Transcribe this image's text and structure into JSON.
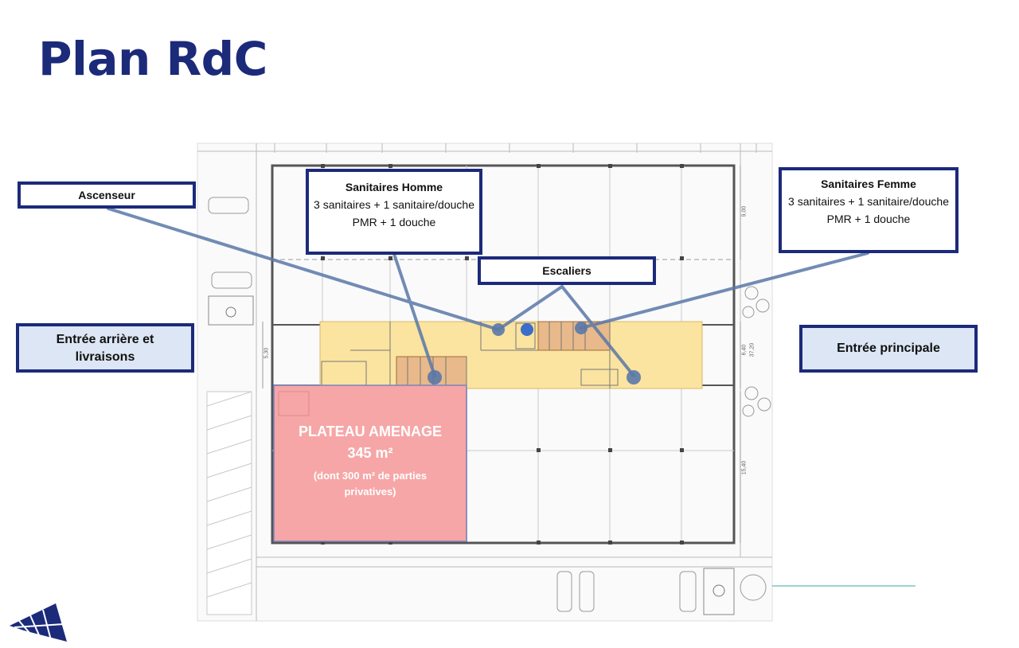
{
  "title": "Plan RdC",
  "callouts": {
    "ascenseur": "Ascenseur",
    "sanitaires_homme": {
      "title": "Sanitaires Homme",
      "text": "3 sanitaires + 1 sanitaire/douche PMR + 1 douche"
    },
    "sanitaires_femme": {
      "title": "Sanitaires Femme",
      "text": "3 sanitaires + 1 sanitaire/douche PMR + 1 douche"
    },
    "escaliers": "Escaliers",
    "entree_arriere": "Entrée arrière et livraisons",
    "entree_principale": "Entrée principale"
  },
  "plateau": {
    "label": "PLATEAU AMENAGE",
    "area": "345 m²",
    "note": "(dont 300 m² de parties privatives)"
  },
  "dimensions": {
    "d1": "9,00",
    "d2": "6,40",
    "d3": "37,20",
    "d4": "15,40",
    "d5": "5,30"
  },
  "colors": {
    "title": "#1c2a7a",
    "callout_border": "#1c2a7a",
    "callout_fill_blue": "#dce6f4",
    "pointer_line": "#5a78a8",
    "circulation_zone": "#fbe3a0",
    "sanitary_zone": "#e8b98a",
    "plateau_zone": "#f6a6a6"
  }
}
